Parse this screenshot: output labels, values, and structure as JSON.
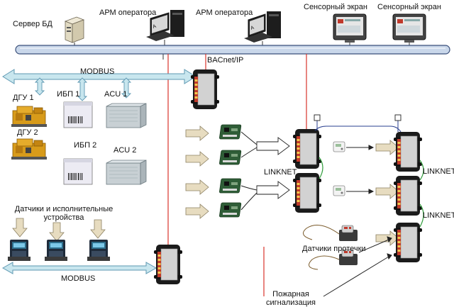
{
  "labels": {
    "server_db": "Сервер БД",
    "arm1": "АРМ оператора",
    "arm2": "АРМ оператора",
    "touch1": "Сенсорный экран",
    "touch2": "Сенсорный экран",
    "bacnet": "BACnet/IP",
    "modbus_top": "MODBUS",
    "modbus_bottom": "MODBUS",
    "dgu1": "ДГУ 1",
    "dgu2": "ДГУ 2",
    "ibp1": "ИБП 1",
    "ibp2": "ИБП 2",
    "acu1": "ACU 1",
    "acu2": "ACU 2",
    "linknet1": "LINKNET",
    "linknet2": "LINKNET",
    "linknet3": "LINKNET",
    "sensors_l1": "Датчики и исполнительные",
    "sensors_l2": "устройства",
    "leak": "Датчики протечки",
    "fire_l1": "Пожарная",
    "fire_l2": "сигнализация"
  },
  "colors": {
    "bus_fill": "#c9d7ea",
    "bus_stroke": "#3a4f7a",
    "arrow_fill": "#c8e6ee",
    "arrow_stroke": "#5e98b2",
    "beige_arrow": "#e7dcc0",
    "red_line": "#d9342b",
    "green_line": "#2f9b3a",
    "blue_line": "#2a3f8f",
    "controller_body": "#1b1b1b",
    "controller_face": "#cfcfcf",
    "controller_side": "#c03a2b"
  }
}
